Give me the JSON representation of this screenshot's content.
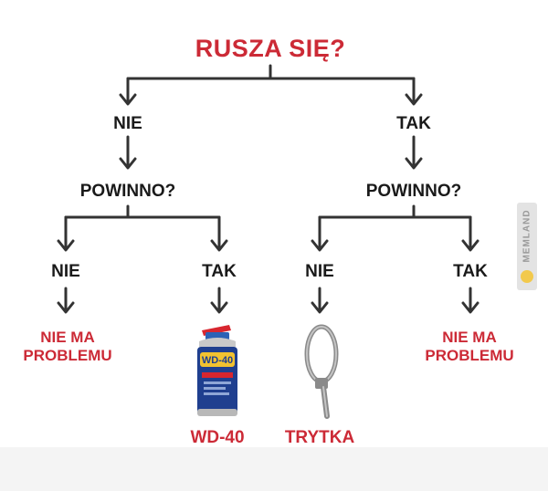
{
  "title": "RUSZA SIĘ?",
  "left_branch": {
    "answer": "NIE",
    "question": "POWINNO?",
    "no": {
      "answer": "NIE",
      "result": "NIE MA\nPROBLEMU"
    },
    "yes": {
      "answer": "TAK",
      "result": "WD-40"
    }
  },
  "right_branch": {
    "answer": "TAK",
    "question": "POWINNO?",
    "no": {
      "answer": "NIE",
      "result": "TRYTKA"
    },
    "yes": {
      "answer": "TAK",
      "result": "NIE MA\nPROBLEMU"
    }
  },
  "can_label": "WD-40",
  "watermark": "MEMLAND",
  "colors": {
    "text": "#1a1a1a",
    "accent": "#cc2a36",
    "line": "#333333",
    "can_blue": "#1f3f8f",
    "can_yellow": "#f2c230"
  }
}
